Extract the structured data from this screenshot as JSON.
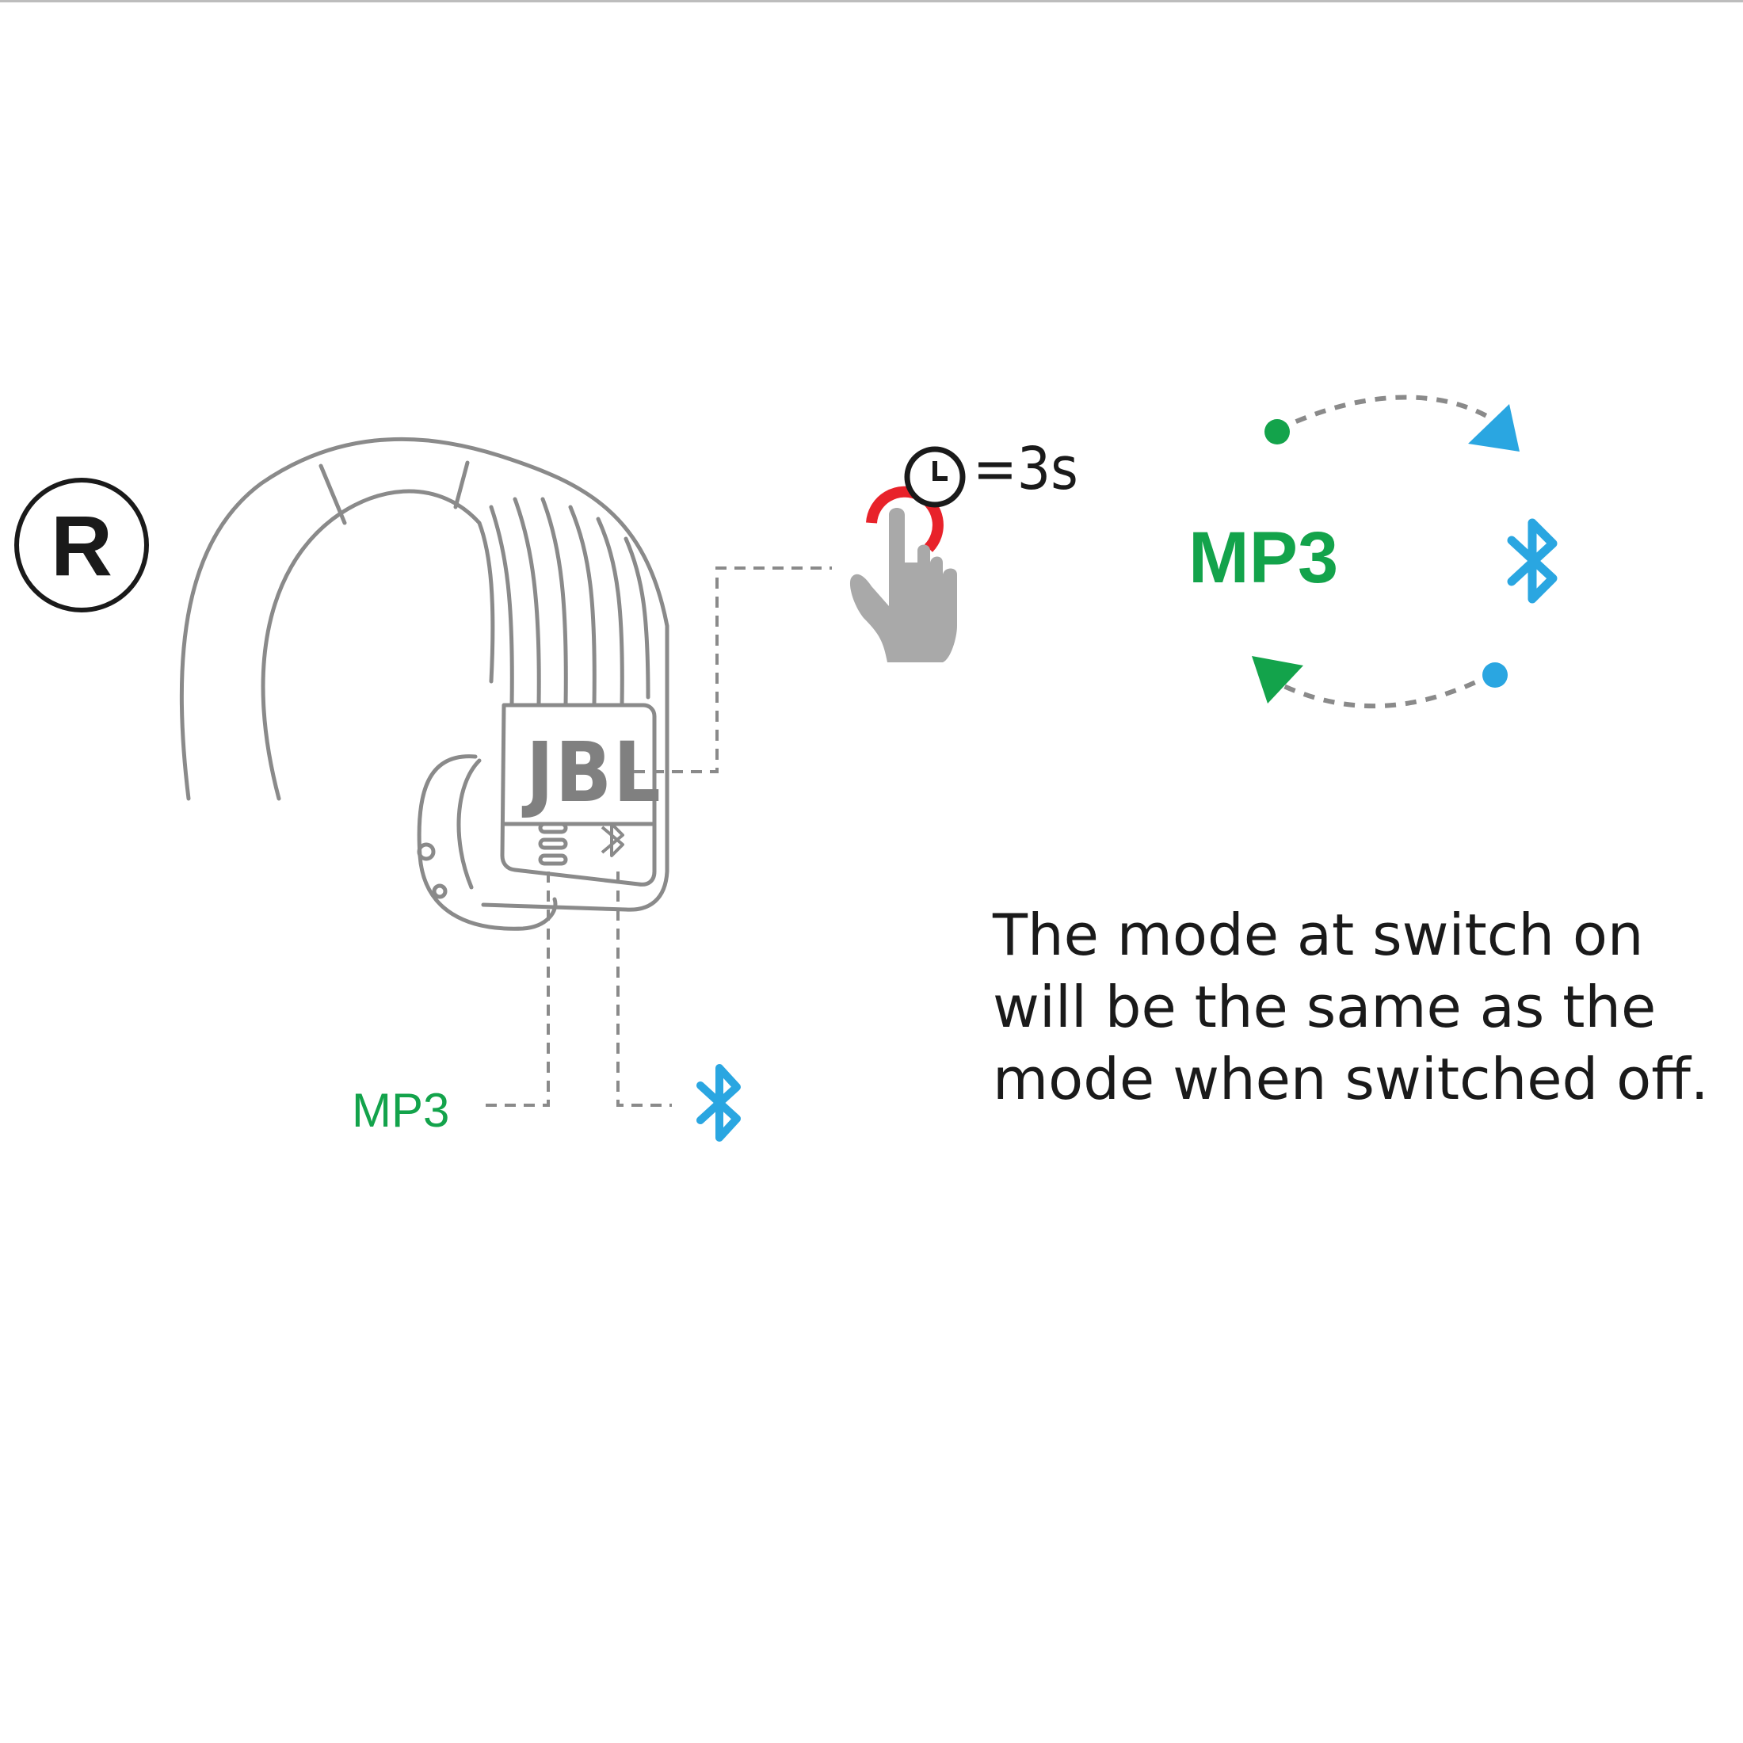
{
  "side_label": "R",
  "brand": "JBL",
  "hold": {
    "duration_text": "=3s"
  },
  "modes": {
    "mp3_label": "MP3"
  },
  "buttons": {
    "mp3_label": "MP3"
  },
  "note": "The mode at switch on will be the same as the mode when switched off.",
  "colors": {
    "green": "#13a34b",
    "blue": "#2aa6e1",
    "red": "#e8222a",
    "line": "#8a8a8a",
    "text": "#1a1a1a",
    "hand": "#a9a9a9"
  },
  "icons": [
    "bluetooth-icon",
    "clock-icon",
    "tap-hand-icon",
    "mp3-button-icon"
  ]
}
